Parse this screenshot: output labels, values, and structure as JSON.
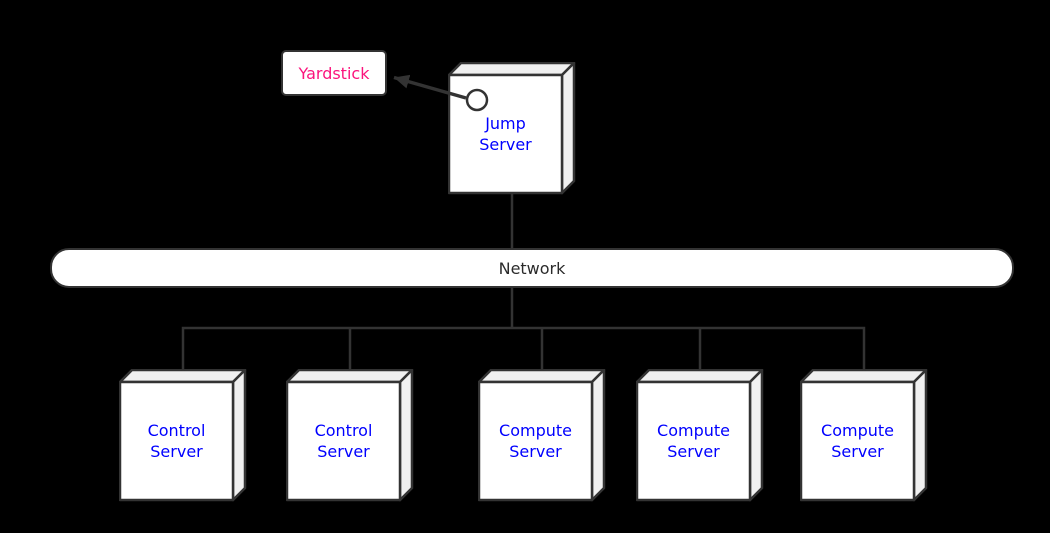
{
  "colors": {
    "background": "#000000",
    "line": "#333333",
    "node_front_fill": "#ffffff",
    "node_side_fill": "#f0f0f0",
    "server_label_color": "#0000ff",
    "yardstick_label_color": "#fb147d",
    "network_label_color": "#2b2b2b"
  },
  "yardstick": {
    "label": "Yardstick"
  },
  "network": {
    "label": "Network"
  },
  "nodes": [
    {
      "id": "jump-server",
      "label": "Jump Server",
      "lines": [
        "Jump",
        "Server"
      ]
    },
    {
      "id": "control-server-1",
      "label": "Control Server",
      "lines": [
        "Control",
        "Server"
      ]
    },
    {
      "id": "control-server-2",
      "label": "Control Server",
      "lines": [
        "Control",
        "Server"
      ]
    },
    {
      "id": "compute-server-1",
      "label": "Compute Server",
      "lines": [
        "Compute",
        "Server"
      ]
    },
    {
      "id": "compute-server-2",
      "label": "Compute Server",
      "lines": [
        "Compute",
        "Server"
      ]
    },
    {
      "id": "compute-server-3",
      "label": "Compute Server",
      "lines": [
        "Compute",
        "Server"
      ]
    }
  ]
}
